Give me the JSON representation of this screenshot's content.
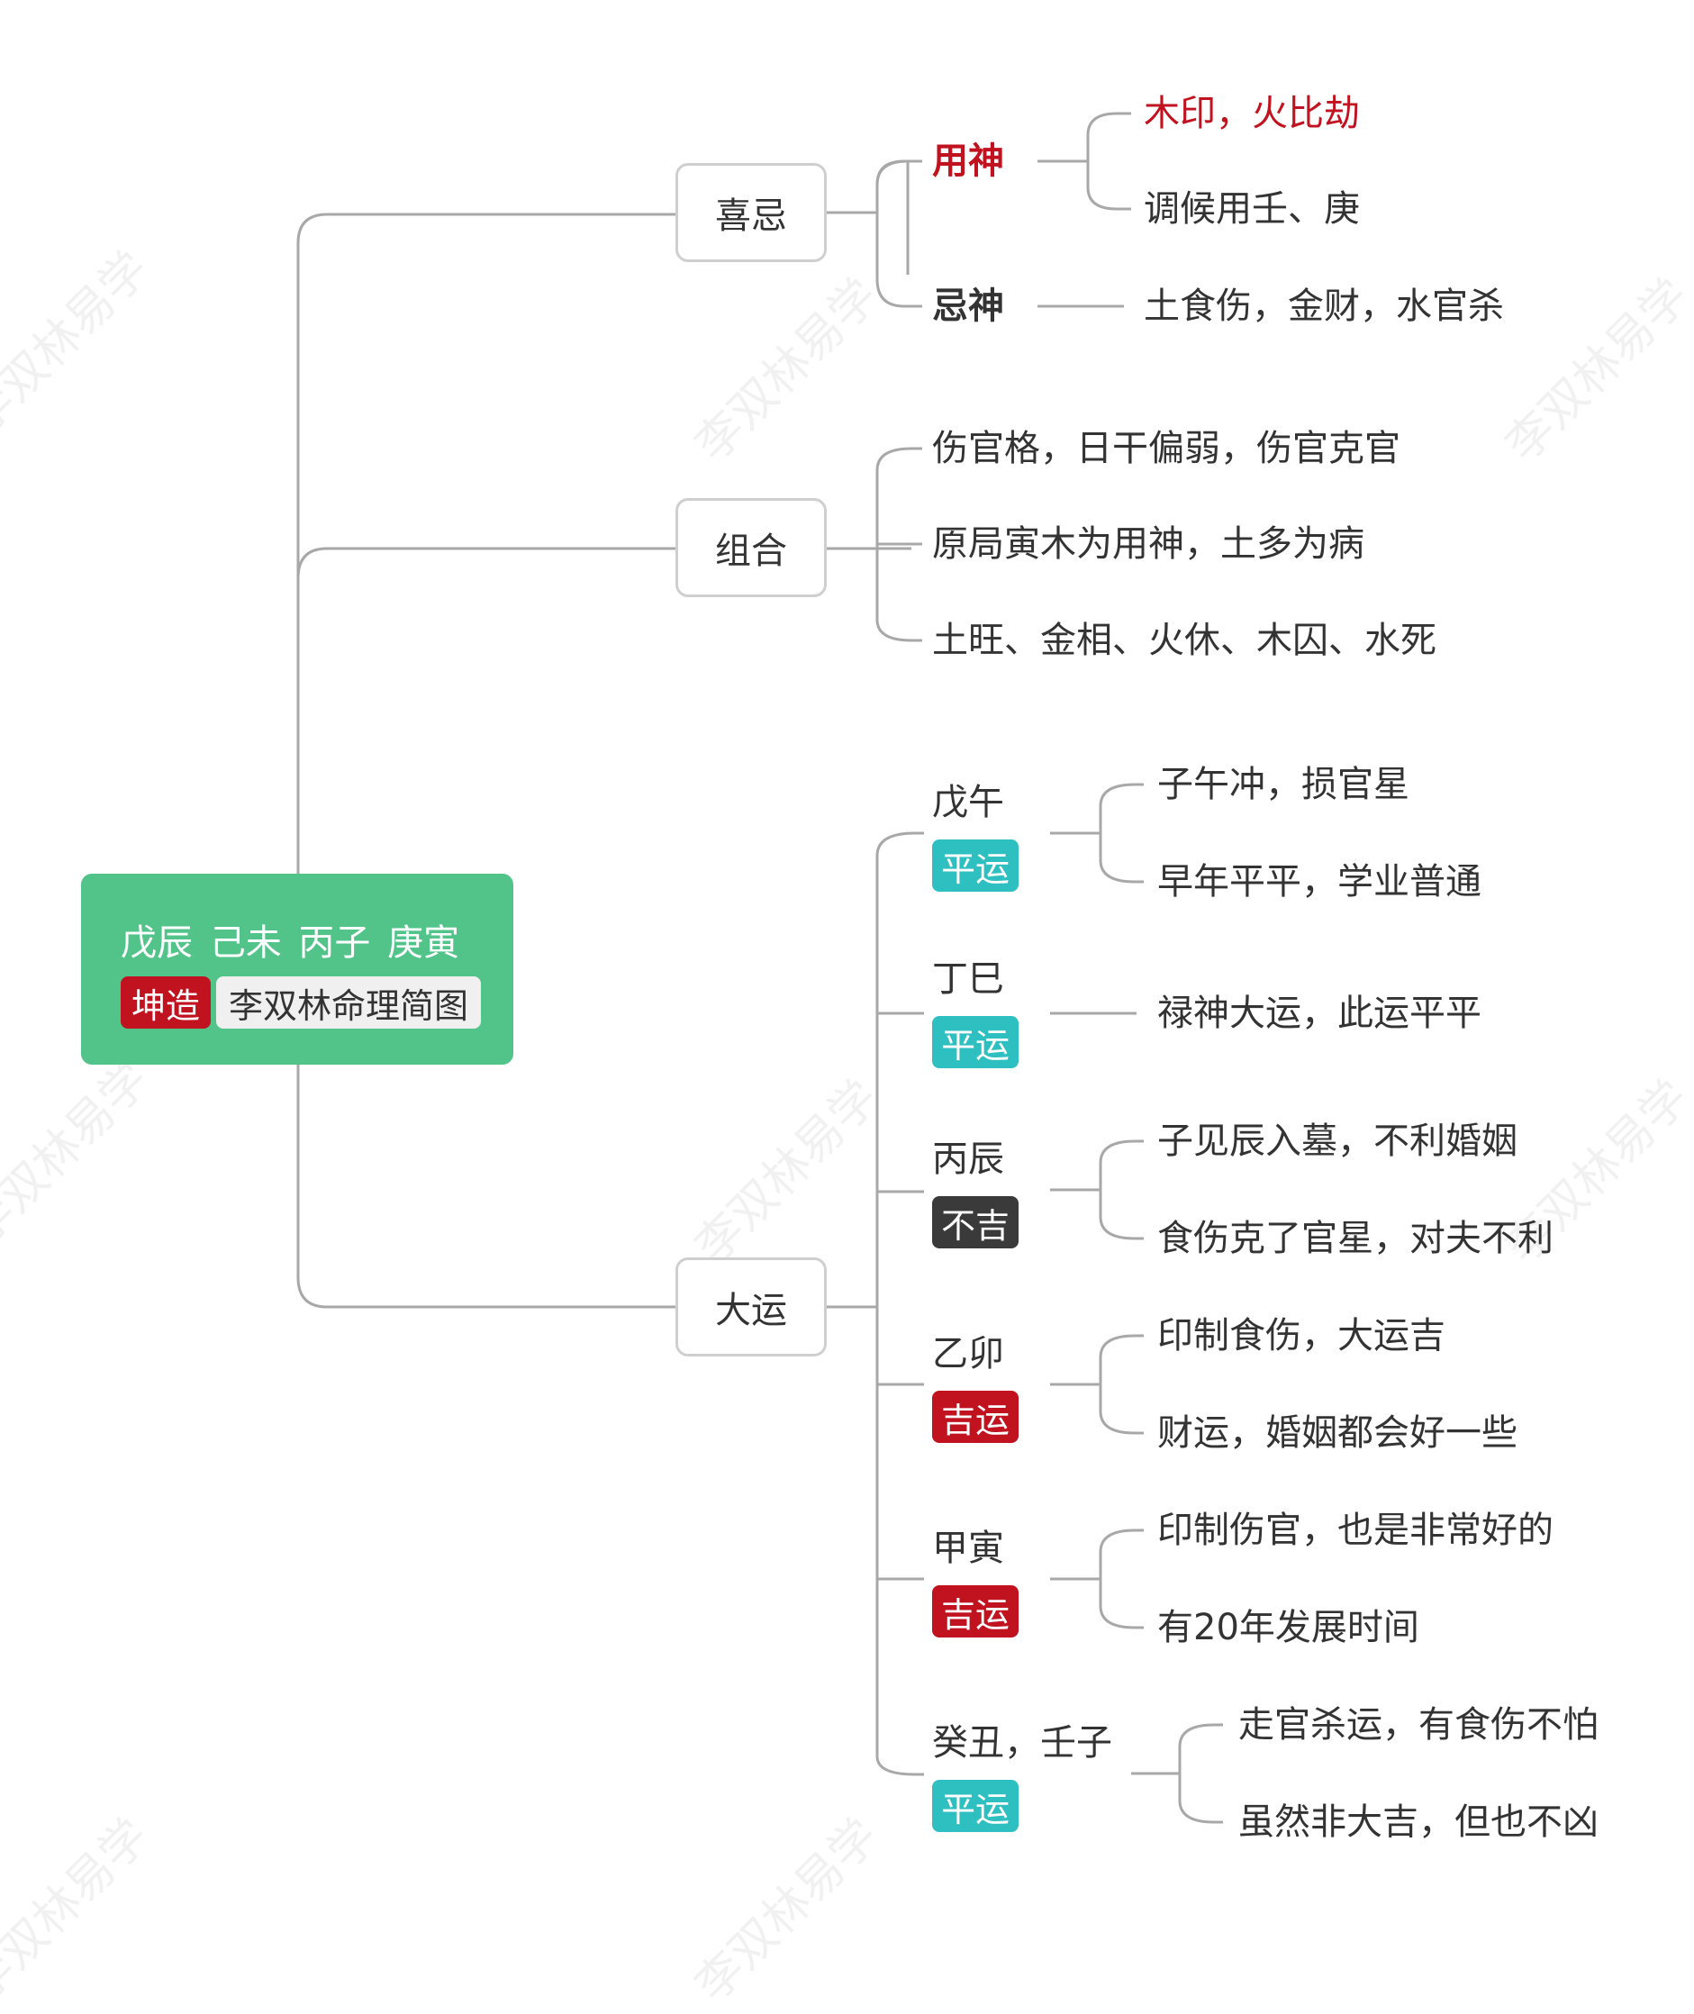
{
  "root": {
    "pillars": "戊辰 己未 丙子 庚寅",
    "tag": "坤造",
    "title": "李双林命理简图"
  },
  "watermark": "李双林易学",
  "branches": {
    "xiji": {
      "label": "喜忌",
      "yongshen": {
        "label": "用神",
        "items": [
          "木印，火比劫",
          "调候用壬、庚"
        ]
      },
      "jishen": {
        "label": "忌神",
        "items": [
          "土食伤，金财，水官杀"
        ]
      }
    },
    "zuhe": {
      "label": "组合",
      "items": [
        "伤官格，日干偏弱，伤官克官",
        "原局寅木为用神，土多为病",
        "土旺、金相、火休、木囚、水死"
      ]
    },
    "dayun": {
      "label": "大运",
      "periods": [
        {
          "name": "戊午",
          "badge": "平运",
          "badge_color": "#2ebfc1",
          "items": [
            "子午冲，损官星",
            "早年平平，学业普通"
          ]
        },
        {
          "name": "丁巳",
          "badge": "平运",
          "badge_color": "#2ebfc1",
          "items": [
            "禄神大运，此运平平"
          ]
        },
        {
          "name": "丙辰",
          "badge": "不吉",
          "badge_color": "#3a3a3a",
          "items": [
            "子见辰入墓，不利婚姻",
            "食伤克了官星，对夫不利"
          ]
        },
        {
          "name": "乙卯",
          "badge": "吉运",
          "badge_color": "#c1121f",
          "items": [
            "印制食伤，大运吉",
            "财运，婚姻都会好一些"
          ]
        },
        {
          "name": "甲寅",
          "badge": "吉运",
          "badge_color": "#c1121f",
          "items": [
            "印制伤官，也是非常好的",
            "有20年发展时间"
          ]
        },
        {
          "name": "癸丑，壬子",
          "badge": "平运",
          "badge_color": "#2ebfc1",
          "items": [
            "走官杀运，有食伤不怕",
            "虽然非大吉，但也不凶"
          ]
        }
      ]
    }
  }
}
